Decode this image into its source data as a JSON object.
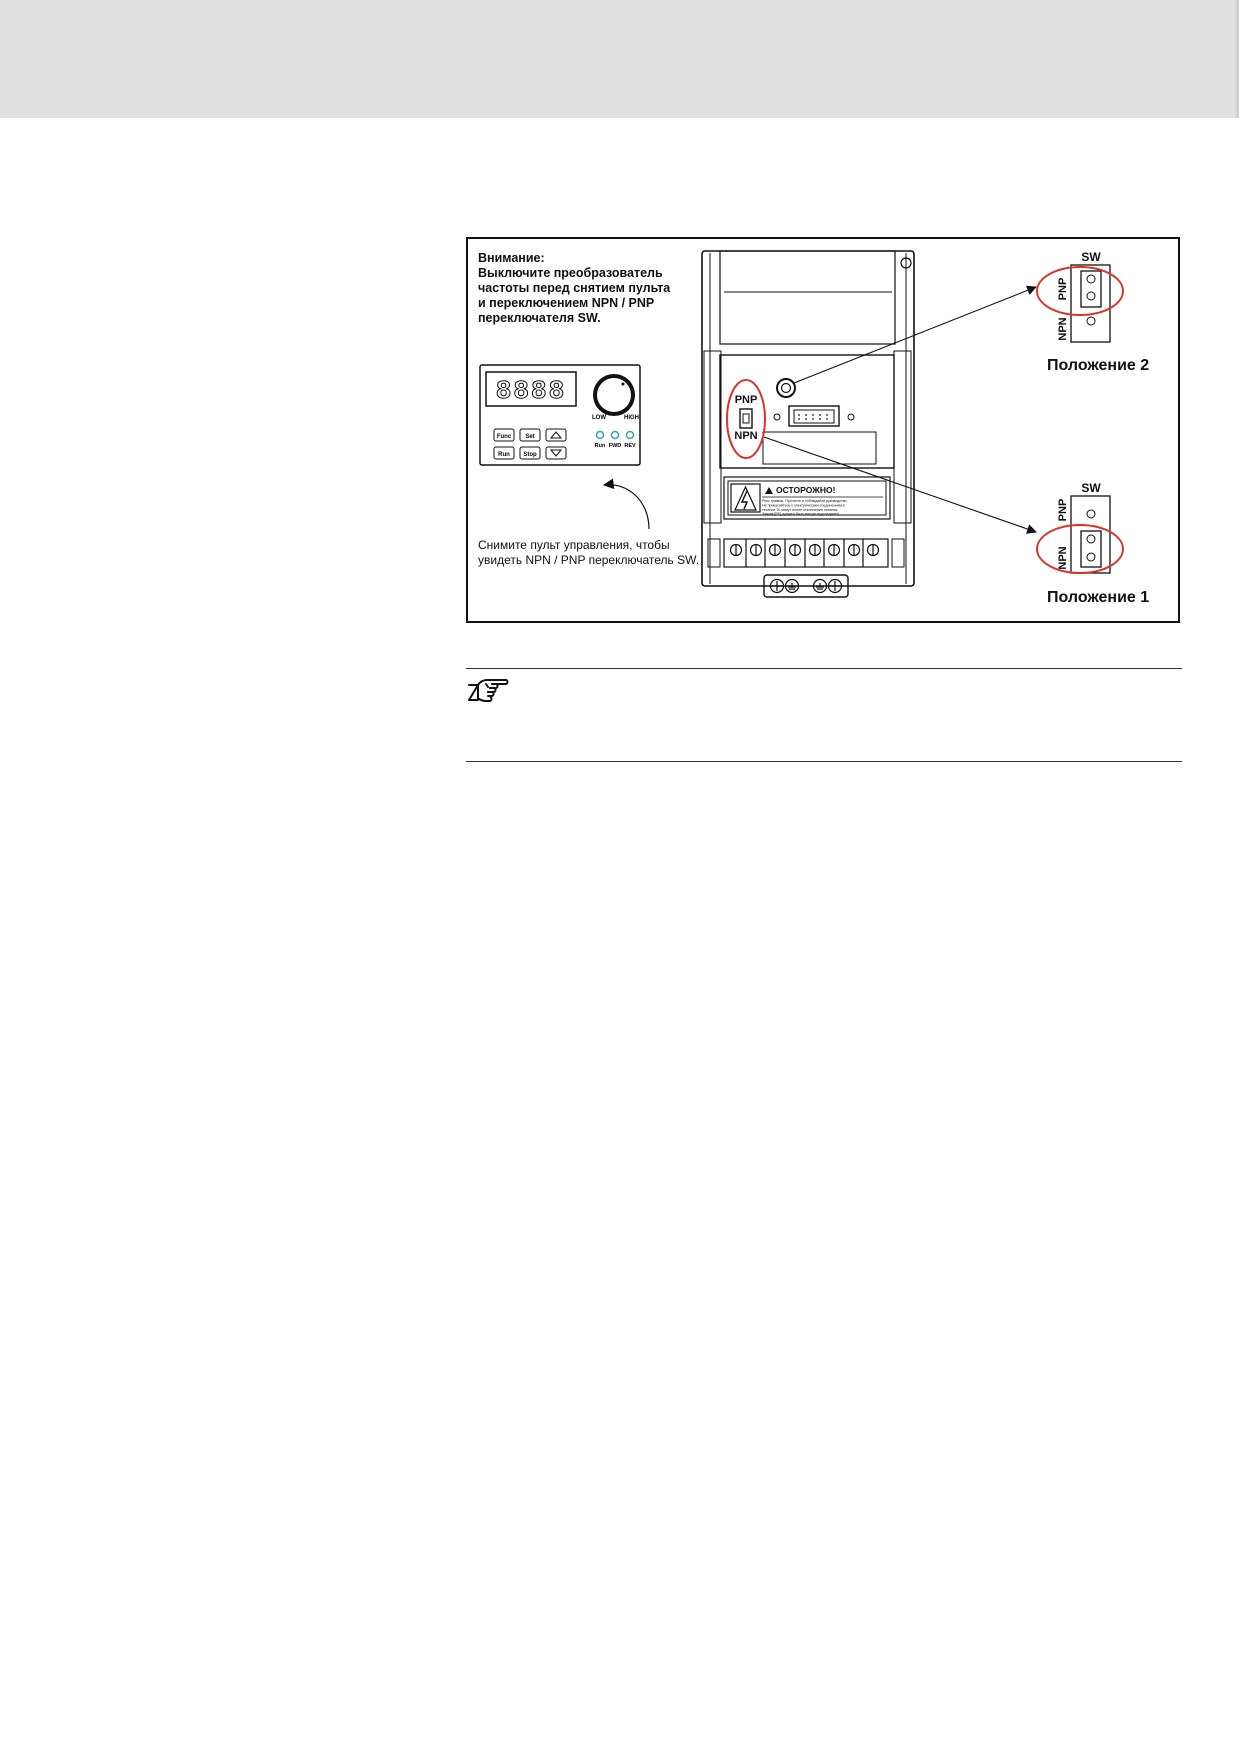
{
  "figure": {
    "warning_lines": [
      "Внимание:",
      "Выключите преобразователь",
      "частоты перед снятием пульта",
      "и переключением NPN / PNP",
      "переключателя SW."
    ],
    "keypad": {
      "display": "8888",
      "knob_low": "LOW",
      "knob_high": "HIGH",
      "btn_func": "Func",
      "btn_set": "Set",
      "btn_run": "Run",
      "btn_stop": "Stop",
      "led_run": "Run",
      "led_fwd": "FWD",
      "led_rev": "REV"
    },
    "remove_lines": [
      "Снимите пульт управления, чтобы",
      "увидеть NPN / PNP переключатель SW."
    ],
    "device": {
      "pnp": "PNP",
      "npn": "NPN",
      "caution_title": "ОСТОРОЖНО!",
      "caution_lines": [
        "Риск травмы. Прочтите и соблюдайте руководство.",
        "Не прикасайтесь к электрическим соединениям в",
        "течение 10 минут после отключения питания.",
        "Зажим (PE) должен быть всегда подсоединен."
      ]
    },
    "position2": {
      "sw": "SW",
      "pnp": "PNP",
      "npn": "NPN",
      "label": "Положение 2"
    },
    "position1": {
      "sw": "SW",
      "pnp": "PNP",
      "npn": "NPN",
      "label": "Положение 1"
    }
  },
  "colors": {
    "highlight": "#d8342b",
    "led": "#2aa6b8",
    "header": "#e0e0e0"
  },
  "note": {
    "icon": "pointing-hand-icon"
  }
}
